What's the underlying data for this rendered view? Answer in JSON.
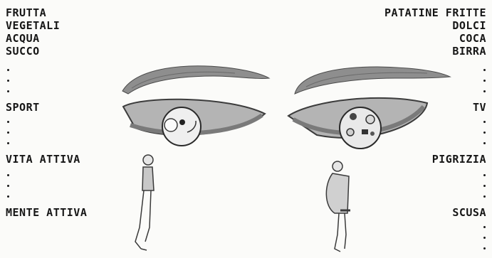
{
  "left": {
    "foods": [
      "FRUTTA",
      "VEGETALI",
      "ACQUA",
      "SUCCO"
    ],
    "words": [
      "SPORT",
      "VITA ATTIVA",
      "MENTE ATTIVA"
    ]
  },
  "right": {
    "foods": [
      "PATATINE FRITTE",
      "DOLCI",
      "COCA",
      "BIRRA"
    ],
    "words": [
      "TV",
      "PIGRIZIA",
      "SCUSA"
    ]
  }
}
